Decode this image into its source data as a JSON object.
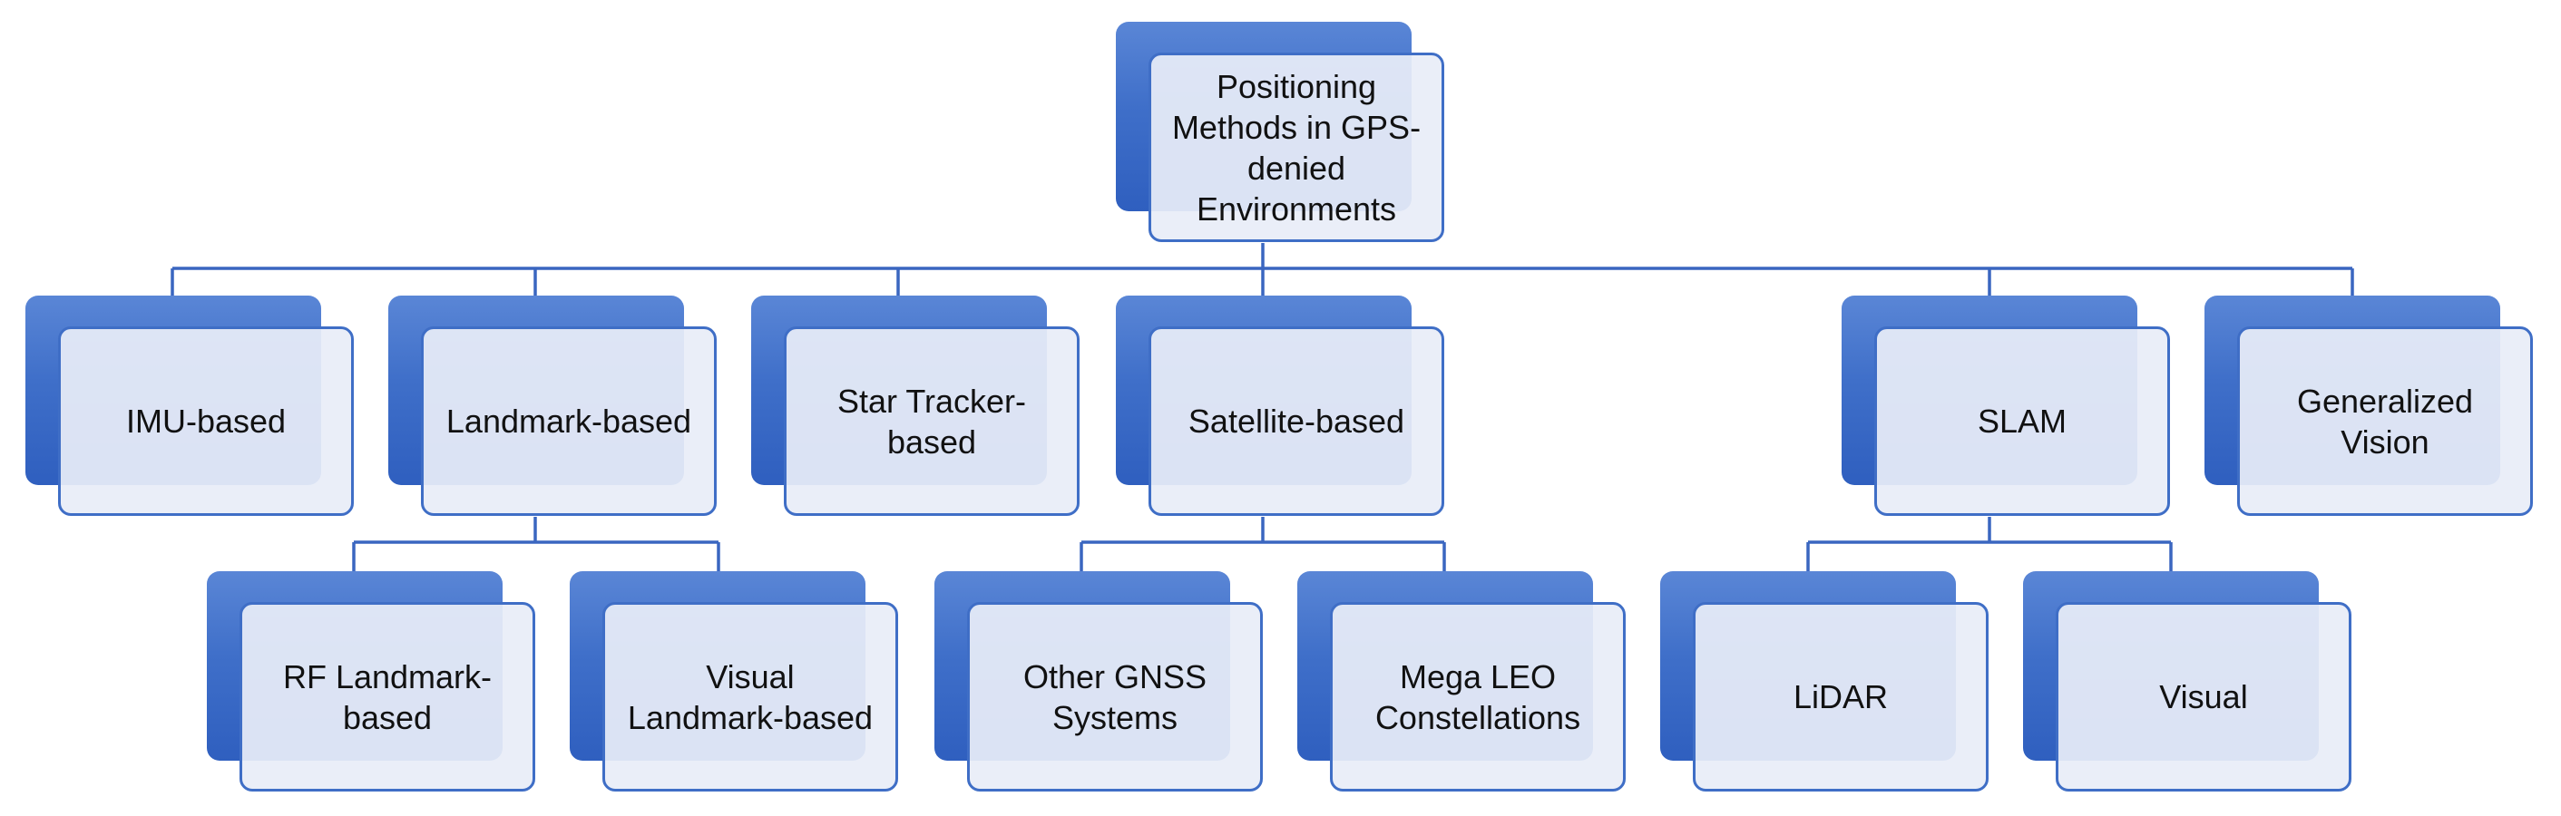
{
  "diagram": {
    "colors": {
      "line": "#3a66c0",
      "box_back": "#3f6fc9",
      "box_front": "#e8edf7",
      "box_border": "#3f6ec6",
      "text": "#111111"
    },
    "root": {
      "label": "Positioning\nMethods in GPS-\ndenied\nEnvironments"
    },
    "level1": [
      {
        "label": "IMU-based"
      },
      {
        "label": "Landmark-based"
      },
      {
        "label": "Star Tracker-\nbased"
      },
      {
        "label": "Satellite-based"
      },
      {
        "label": "SLAM"
      },
      {
        "label": "Generalized\nVision"
      }
    ],
    "level2": [
      {
        "label": "RF Landmark-\nbased"
      },
      {
        "label": "Visual\nLandmark-based"
      },
      {
        "label": "Other GNSS\nSystems"
      },
      {
        "label": "Mega LEO\nConstellations"
      },
      {
        "label": "LiDAR"
      },
      {
        "label": "Visual"
      }
    ]
  }
}
